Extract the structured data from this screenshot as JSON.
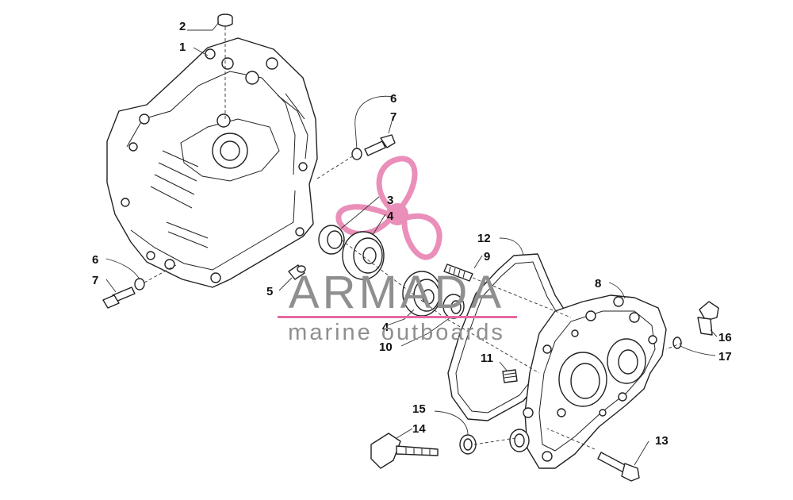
{
  "watermark": {
    "name": "ARMADA",
    "subtitle": "marine outboards",
    "color_pink": "#e46aa2",
    "color_gray": "#8f8f8f"
  },
  "callouts": [
    {
      "id": "c1",
      "label": "1"
    },
    {
      "id": "c2",
      "label": "2"
    },
    {
      "id": "c3",
      "label": "3"
    },
    {
      "id": "c4a",
      "label": "4"
    },
    {
      "id": "c4b",
      "label": "4"
    },
    {
      "id": "c5",
      "label": "5"
    },
    {
      "id": "c6a",
      "label": "6"
    },
    {
      "id": "c6b",
      "label": "6"
    },
    {
      "id": "c7a",
      "label": "7"
    },
    {
      "id": "c7b",
      "label": "7"
    },
    {
      "id": "c8",
      "label": "8"
    },
    {
      "id": "c9",
      "label": "9"
    },
    {
      "id": "c10",
      "label": "10"
    },
    {
      "id": "c11",
      "label": "11"
    },
    {
      "id": "c12",
      "label": "12"
    },
    {
      "id": "c13",
      "label": "13"
    },
    {
      "id": "c14",
      "label": "14"
    },
    {
      "id": "c15",
      "label": "15"
    },
    {
      "id": "c16",
      "label": "16"
    },
    {
      "id": "c17",
      "label": "17"
    }
  ]
}
